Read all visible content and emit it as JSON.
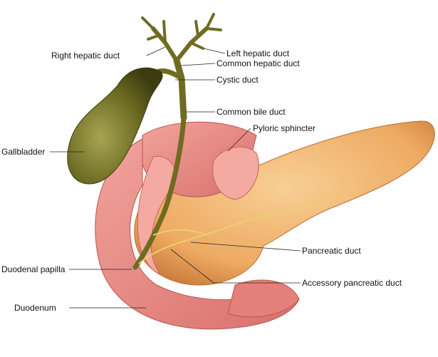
{
  "labels": {
    "right_hepatic_duct": "Right hepatic duct",
    "left_hepatic_duct": "Left hepatic duct",
    "common_hepatic_duct": "Common hepatic duct",
    "cystic_duct": "Cystic duct",
    "common_bile_duct": "Common bile duct",
    "pyloric_sphincter": "Pyloric sphincter",
    "gallbladder": "Gallbladder",
    "pancreatic_duct": "Pancreatic duct",
    "duodenal_papilla": "Duodenal papilla",
    "accessory_pancreatic_duct": "Accessory pancreatic duct",
    "duodenum": "Duodenum"
  },
  "colors": {
    "gallbladder": "#6b6a22",
    "duct": "#7d7a2c",
    "pancreas": "#f0b070",
    "duodenum": "#e88a86",
    "mucosa": "#f4aaa0"
  }
}
